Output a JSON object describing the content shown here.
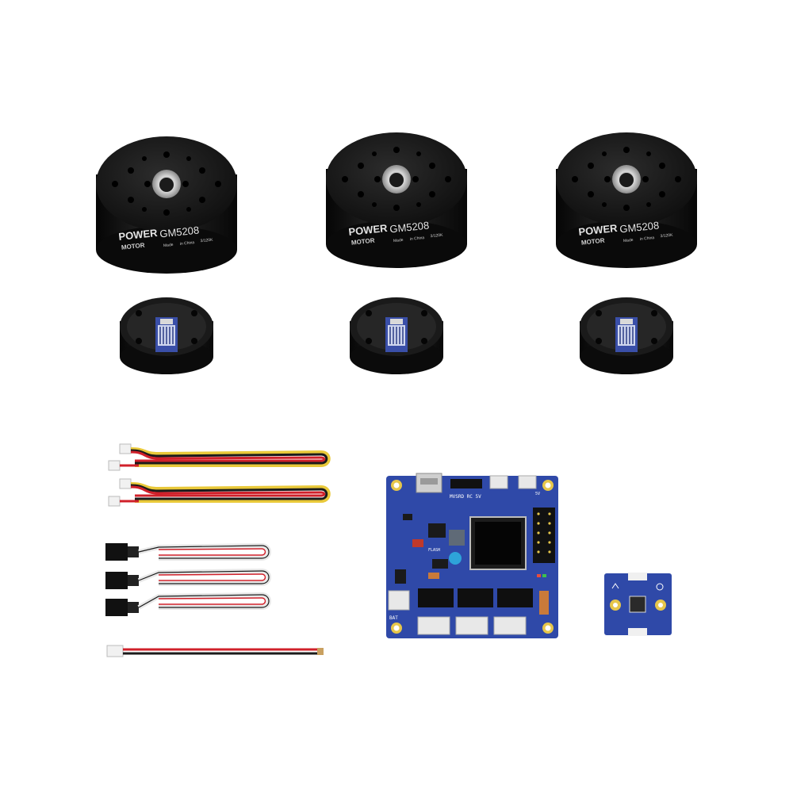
{
  "motors": [
    {
      "brand_top": "POWER",
      "brand_bottom": "MOTOR",
      "model": "GM5208",
      "made": "Made",
      "in_china": "in China",
      "tag": "3/120K"
    },
    {
      "brand_top": "POWER",
      "brand_bottom": "MOTOR",
      "model": "GM5208",
      "made": "Made",
      "in_china": "in China",
      "tag": "3/120K"
    },
    {
      "brand_top": "POWER",
      "brand_bottom": "MOTOR",
      "model": "GM5208",
      "made": "Made",
      "in_china": "in China",
      "tag": "3/120K"
    }
  ],
  "controller_board": {
    "header_label": "MVSRD RC 5V",
    "pin_label": "5V",
    "flash_label": "FLASH",
    "bat_label": "BAT"
  },
  "colors": {
    "motor_body": "#121212",
    "pcb_blue": "#2f49a8",
    "pad_gold": "#e6c64a",
    "wire_red": "#d0202a",
    "wire_yellow": "#e9c93a"
  }
}
